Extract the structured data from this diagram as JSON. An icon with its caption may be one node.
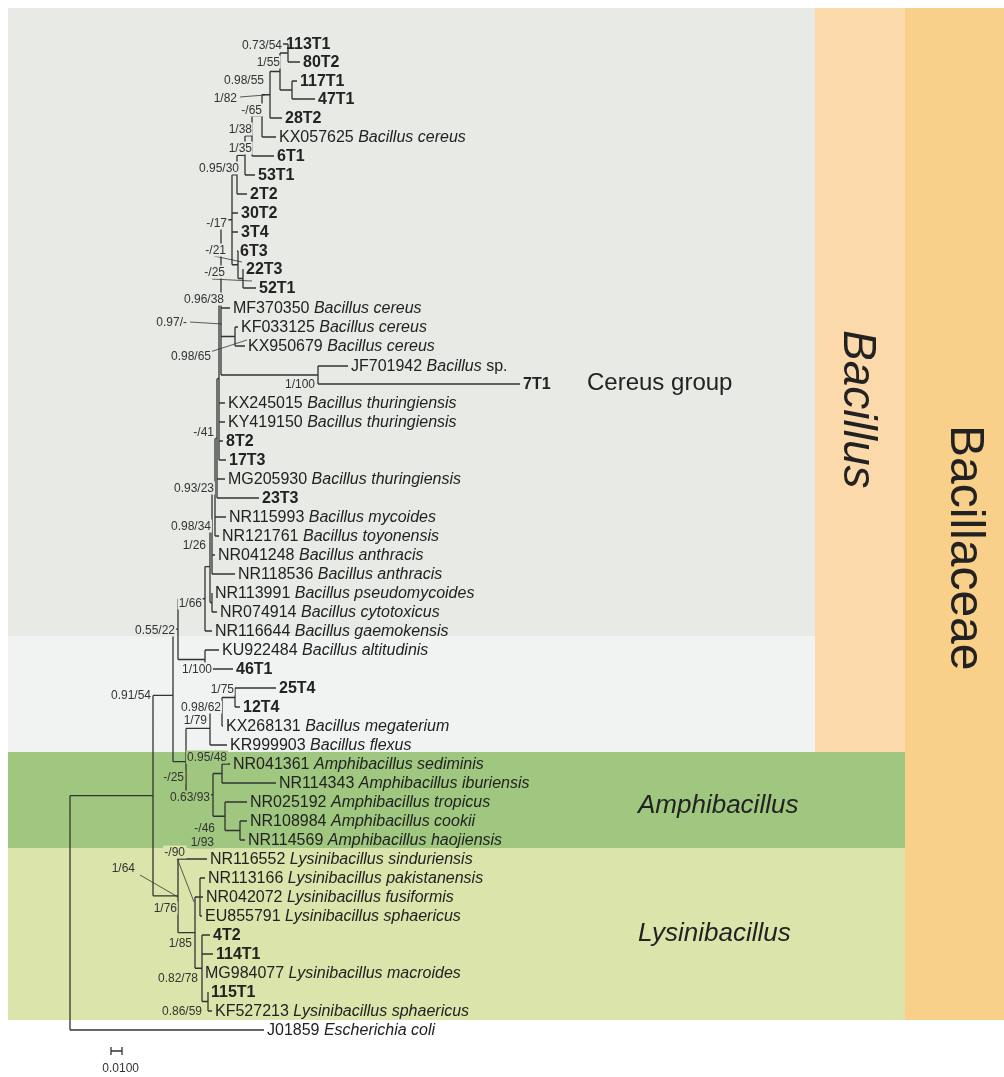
{
  "diagram": {
    "nodes": [
      {
        "text": [
          "Bacillaceae"
        ]
      },
      {
        "text": [
          "*Bacillus*"
        ]
      },
      {
        "text": [
          "Cereus group"
        ]
      },
      {
        "text": [
          "*Amphibacillus*"
        ]
      },
      {
        "text": [
          "*Lysinibacillus*"
        ]
      },
      {
        "text": [
          "113T1"
        ],
        "in": 2
      },
      {
        "text": [
          "80T2"
        ],
        "in": 2
      },
      {
        "text": [
          "117T1"
        ],
        "in": 2
      },
      {
        "text": [
          "47T1"
        ],
        "in": 2
      },
      {
        "text": [
          "28T2"
        ],
        "in": 2
      },
      {
        "text": [
          "KX057625 *Bacillus cereus*"
        ],
        "in": 2
      },
      {
        "text": [
          "6T1"
        ],
        "in": 2
      },
      {
        "text": [
          "53T1"
        ],
        "in": 2
      },
      {
        "text": [
          "2T2"
        ],
        "in": 2
      },
      {
        "text": [
          "30T2"
        ],
        "in": 2
      },
      {
        "text": [
          "3T4"
        ],
        "in": 2
      },
      {
        "text": [
          "6T3"
        ],
        "in": 2
      },
      {
        "text": [
          "22T3"
        ],
        "in": 2
      },
      {
        "text": [
          "52T1"
        ],
        "in": 2
      },
      {
        "text": [
          "MF370350 *Bacillus cereus*"
        ],
        "in": 2
      },
      {
        "text": [
          "KF033125 *Bacillus cereus*"
        ],
        "in": 2
      },
      {
        "text": [
          "KX950679 *Bacillus cereus*"
        ],
        "in": 2
      },
      {
        "text": [
          "JF701942 *Bacillus* sp."
        ],
        "in": 2
      },
      {
        "text": [
          "7T1"
        ],
        "in": 2
      },
      {
        "text": [
          "KX245015 *Bacillus thuringiensis*"
        ],
        "in": 2
      },
      {
        "text": [
          "KY419150 *Bacillus thuringiensis*"
        ],
        "in": 2
      },
      {
        "text": [
          "8T2"
        ],
        "in": 2
      },
      {
        "text": [
          "17T3"
        ],
        "in": 2
      },
      {
        "text": [
          "MG205930 *Bacillus thuringiensis*"
        ],
        "in": 2
      },
      {
        "text": [
          "23T3"
        ],
        "in": 2
      },
      {
        "text": [
          "NR115993 *Bacillus mycoides*"
        ],
        "in": 2
      },
      {
        "text": [
          "NR121761 *Bacillus toyonensis*"
        ],
        "in": 2
      },
      {
        "text": [
          "NR041248 *Bacillus anthracis*"
        ],
        "in": 2
      },
      {
        "text": [
          "NR118536 *Bacillus anthracis*"
        ],
        "in": 2
      },
      {
        "text": [
          "NR113991 *Bacillus pseudomycoides*"
        ],
        "in": 2
      },
      {
        "text": [
          "NR074914 *Bacillus cytotoxicus*"
        ],
        "in": 2
      },
      {
        "text": [
          "NR116644 *Bacillus gaemokensis*"
        ],
        "in": 2
      },
      {
        "text": [
          "KU922484 *Bacillus altitudinis*"
        ]
      },
      {
        "text": [
          "46T1"
        ]
      },
      {
        "text": [
          "25T4"
        ]
      },
      {
        "text": [
          "12T4"
        ]
      },
      {
        "text": [
          "KX268131 *Bacillus megaterium*"
        ]
      },
      {
        "text": [
          "KR999903 *Bacillus flexus*"
        ]
      },
      {
        "text": [
          "NR041361 *Amphibacillus sediminis*"
        ],
        "in": 3
      },
      {
        "text": [
          "NR114343 *Amphibacillus iburiensis*"
        ],
        "in": 3
      },
      {
        "text": [
          "NR025192 *Amphibacillus tropicus*"
        ],
        "in": 3
      },
      {
        "text": [
          "NR108984 *Amphibacillus cookii*"
        ],
        "in": 3
      },
      {
        "text": [
          "NR114569 *Amphibacillus haojiensis*"
        ],
        "in": 3
      },
      {
        "text": [
          "NR116552 *Lysinibacillus sinduriensis*"
        ],
        "in": 4
      },
      {
        "text": [
          "NR113166 *Lysinibacillus pakistanensis*"
        ],
        "in": 4
      },
      {
        "text": [
          "NR042072 *Lysinibacillus fusiformis*"
        ],
        "in": 4
      },
      {
        "text": [
          "EU855791 *Lysinibacillus sphaericus*"
        ],
        "in": 4
      },
      {
        "text": [
          "4T2"
        ],
        "in": 4
      },
      {
        "text": [
          "114T1"
        ],
        "in": 4
      },
      {
        "text": [
          "MG984077 *Lysinibacillus macroides*"
        ],
        "in": 4
      },
      {
        "text": [
          "115T1"
        ],
        "in": 4
      },
      {
        "text": [
          "KF527213 *Lysinibacillus sphaericus*"
        ],
        "in": 4
      },
      {
        "text": [
          "J01859 *Escherichia coli*"
        ]
      }
    ],
    "labels": [
      "0.73/54",
      "1/55",
      "0.98/55",
      "1/82",
      "-/65",
      "1/38",
      "1/35",
      "0.95/30",
      "-/17",
      "-/21",
      "-/25",
      "0.96/38",
      "0.97/-",
      "0.98/65",
      "1/100",
      "-/41",
      "0.93/23",
      "0.98/34",
      "1/26",
      "1/66",
      "0.55/22",
      "1/100",
      "0.91/54",
      "1/75",
      "0.98/62",
      "1/79",
      "0.95/48",
      "-/25",
      "0.63/93",
      "-/46",
      "1/93",
      "-/90",
      "1/64",
      "1/76",
      "1/85",
      "0.82/78",
      "0.86/59",
      "0.0100"
    ]
  }
}
